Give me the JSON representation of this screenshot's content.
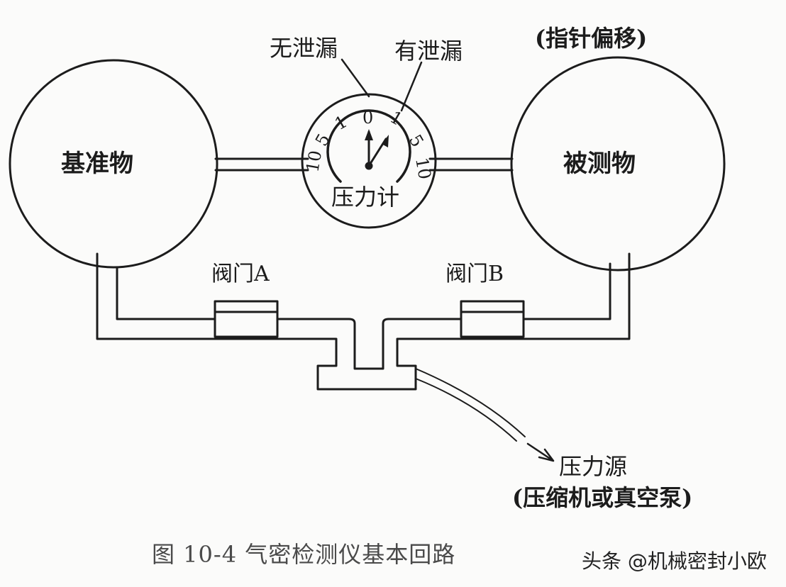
{
  "labels": {
    "reference": "基准物",
    "test_object": "被测物",
    "no_leak": "无泄漏",
    "leak": "有泄漏",
    "pointer_shift": "(指针偏移)",
    "gauge": "压力计",
    "valve_a": "阀门A",
    "valve_b": "阀门B",
    "pressure_source": "压力源",
    "pressure_source_detail": "(压缩机或真空泵)"
  },
  "gauge_scale": {
    "left": [
      "10",
      "5",
      "1"
    ],
    "center": "0",
    "right": [
      "1",
      "5",
      "10"
    ]
  },
  "caption": "图 10-4   气密检测仪基本回路",
  "watermark": "头条 @机械密封小欧",
  "colors": {
    "line": "#1c1c1c",
    "background": "#fbfbfa"
  }
}
